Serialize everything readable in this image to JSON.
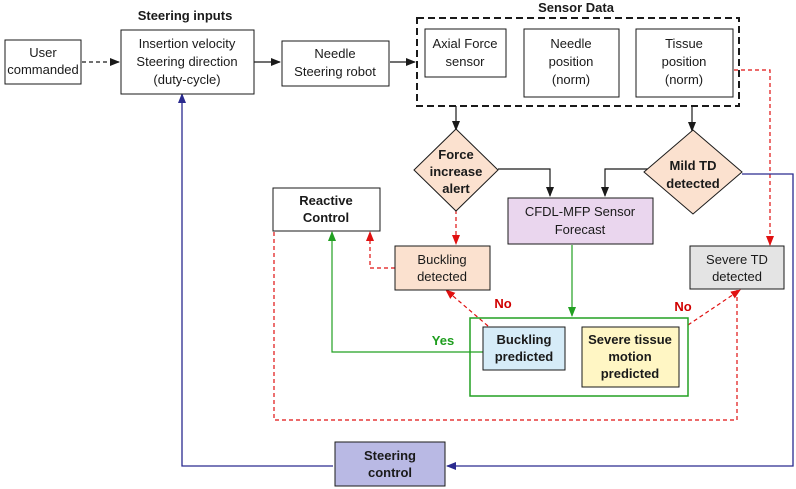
{
  "colors": {
    "black": "#1a1a1a",
    "red": "#e01010",
    "green": "#22a022",
    "blue": "#2a2a8f",
    "orange_fill": "#fbe1cf",
    "purple_fill": "#ead6ee",
    "blue_fill": "#d6ecf8",
    "yellow_fill": "#fff6c4",
    "gray_fill": "#e4e4e4",
    "lavender_fill": "#b9b9e4"
  },
  "labels": {
    "steering_inputs": "Steering inputs",
    "sensor_data": "Sensor Data"
  },
  "nodes": {
    "user": [
      "User",
      "commanded"
    ],
    "inputs": [
      "Insertion velocity",
      "Steering direction",
      "(duty-cycle)"
    ],
    "robot": [
      "Needle",
      "Steering robot"
    ],
    "axial": [
      "Axial Force",
      "sensor"
    ],
    "needle_pos": [
      "Needle",
      "position",
      "(norm)"
    ],
    "tissue_pos": [
      "Tissue",
      "position",
      "(norm)"
    ],
    "force_alert": [
      "Force",
      "increase",
      "alert"
    ],
    "mild_td": [
      "Mild TD",
      "detected"
    ],
    "reactive": [
      "Reactive",
      "Control"
    ],
    "cfdl": [
      "CFDL-MFP Sensor",
      "Forecast"
    ],
    "buckling_det": [
      "Buckling",
      "detected"
    ],
    "severe_td": [
      "Severe TD",
      "detected"
    ],
    "buckling_pred": [
      "Buckling",
      "predicted"
    ],
    "severe_motion": [
      "Severe tissue",
      "motion",
      "predicted"
    ],
    "steering_ctrl": [
      "Steering",
      "control"
    ]
  },
  "edge_labels": {
    "no_left": "No",
    "no_right": "No",
    "yes": "Yes"
  }
}
